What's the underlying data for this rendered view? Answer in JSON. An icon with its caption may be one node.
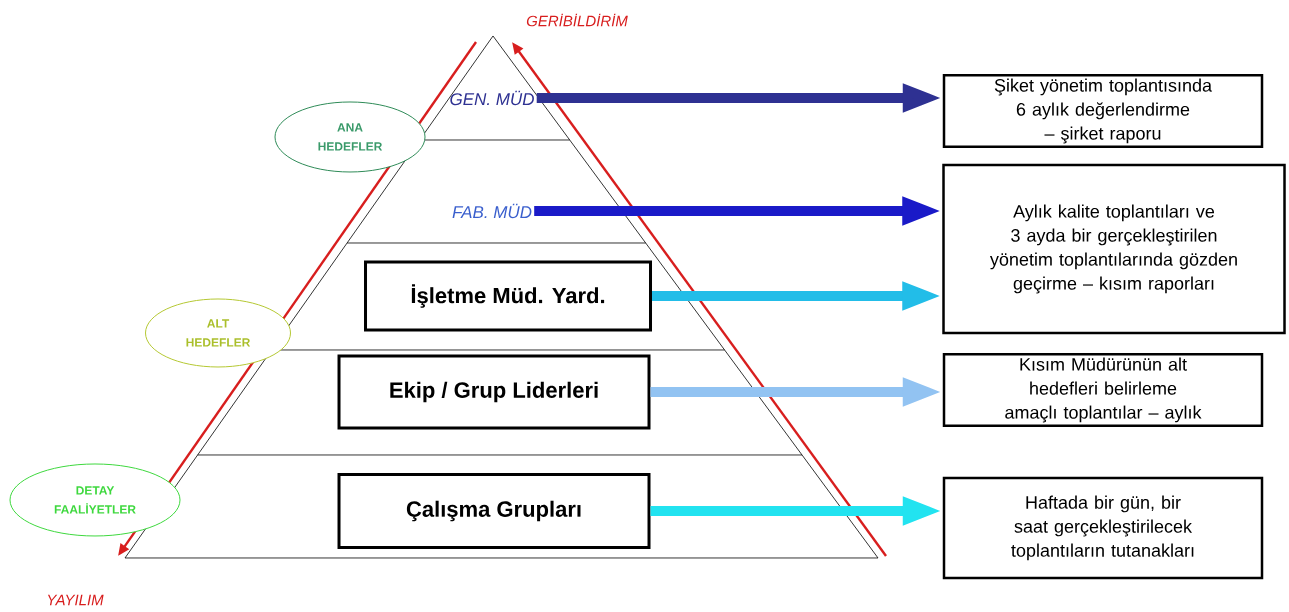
{
  "diagram": {
    "nodes": [
      {
        "text": [
          "GEN. MÜD"
        ]
      },
      {
        "text": [
          "FAB. MÜD"
        ]
      },
      {
        "text": [
          "İşletme Müd. Yard."
        ]
      },
      {
        "text": [
          "Ekip / Grup Liderleri"
        ]
      },
      {
        "text": [
          "Çalışma Grupları"
        ]
      },
      {
        "text": [
          "Şiket yönetim toplantısında 6 aylık değerlendirme – şirket raporu"
        ]
      },
      {
        "text": [
          "Aylık kalite toplantıları ve 3 ayda bir gerçekleştirilen yönetim toplantılarında gözden geçirme – kısım raporları"
        ]
      },
      {
        "text": [
          "Kısım Müdürünün alt hedefleri belirleme amaçlı toplantılar – aylık"
        ]
      },
      {
        "text": [
          "Haftada bir gün, bir saat gerçekleştirilecek toplantıların tutanakları"
        ]
      },
      {
        "text": [
          "ANA HEDEFLER"
        ]
      },
      {
        "text": [
          "ALT HEDEFLER"
        ]
      },
      {
        "text": [
          "DETAY FAALİYETLER"
        ]
      }
    ],
    "edges": [
      {
        "from": 0,
        "to": 5,
        "arrow": "to",
        "color": "#2e3192"
      },
      {
        "from": 1,
        "to": 6,
        "arrow": "to",
        "color": "#1a1ac8"
      },
      {
        "from": 2,
        "to": 6,
        "arrow": "to",
        "color": "#22bde8"
      },
      {
        "from": 3,
        "to": 7,
        "arrow": "to",
        "color": "#92c3f2"
      },
      {
        "from": 4,
        "to": 8,
        "arrow": "to",
        "color": "#22e3f0"
      }
    ],
    "labels": [
      "GERİBİLDİRİM",
      "YAYILIM"
    ]
  }
}
